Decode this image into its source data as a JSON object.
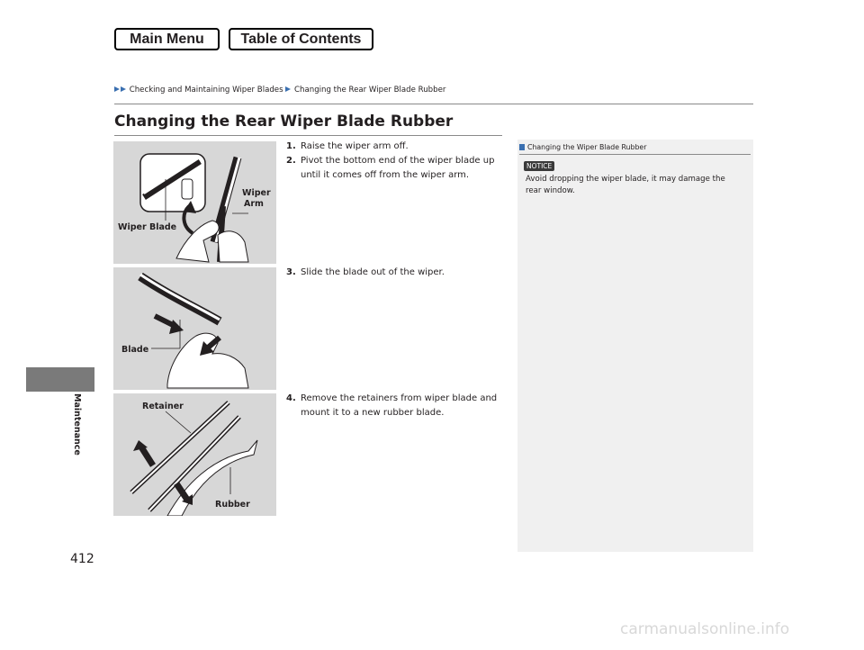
{
  "nav": {
    "main_menu": "Main Menu",
    "table_of_contents": "Table of Contents"
  },
  "breadcrumb": {
    "item1": "Checking and Maintaining Wiper Blades",
    "item2": "Changing the Rear Wiper Blade Rubber"
  },
  "page": {
    "title": "Changing the Rear Wiper Blade Rubber",
    "section_label": "Maintenance",
    "page_number": "412"
  },
  "steps": [
    {
      "num": "1.",
      "line1": "Raise the wiper arm off.",
      "line2": ""
    },
    {
      "num": "2.",
      "line1": "Pivot the bottom end of the wiper blade up",
      "line2": "until it comes off from the wiper arm."
    },
    {
      "num": "3.",
      "line1": "Slide the blade out of the wiper.",
      "line2": ""
    },
    {
      "num": "4.",
      "line1": "Remove the retainers from wiper blade and",
      "line2": "mount it to a new rubber blade."
    }
  ],
  "figures": {
    "fig1": {
      "label_wiper_blade": "Wiper Blade",
      "label_wiper": "Wiper",
      "label_arm": "Arm"
    },
    "fig2": {
      "label_blade": "Blade"
    },
    "fig3": {
      "label_retainer": "Retainer",
      "label_rubber": "Rubber"
    }
  },
  "sidebar": {
    "heading": "Changing the Wiper Blade Rubber",
    "notice_badge": "NOTICE",
    "text_line1": "Avoid dropping the wiper blade, it may damage the",
    "text_line2": "rear window."
  },
  "watermark": "carmanualsonline.info"
}
